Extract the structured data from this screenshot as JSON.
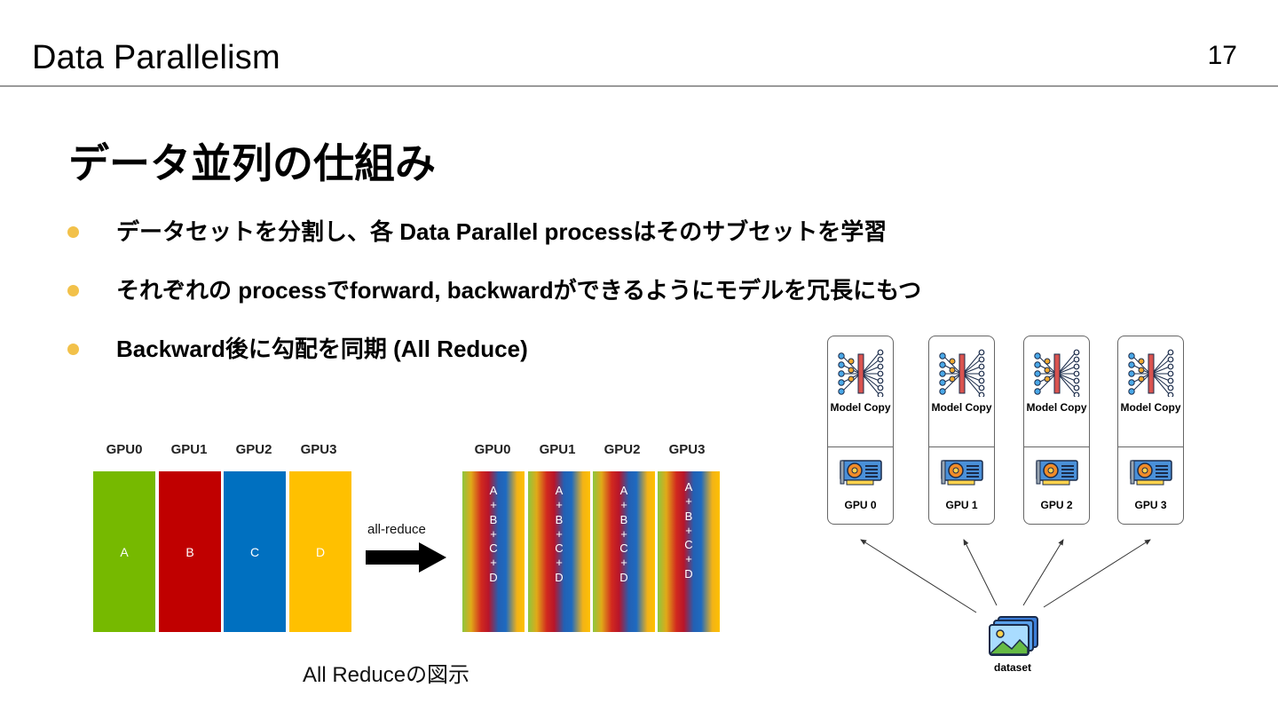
{
  "header": {
    "title": "Data Parallelism",
    "page_number": "17"
  },
  "heading": "データ並列の仕組み",
  "bullets": [
    "データセットを分割し、各 Data Parallel processはそのサブセットを学習",
    "それぞれの processでforward, backwardができるようにモデルを冗長にもつ",
    "Backward後に勾配を同期  (All Reduce)"
  ],
  "allreduce": {
    "before_labels": [
      "GPU0",
      "GPU1",
      "GPU2",
      "GPU3"
    ],
    "before_letters": [
      "A",
      "B",
      "C",
      "D"
    ],
    "block_colors": [
      "#76b900",
      "#c00000",
      "#0070c0",
      "#ffc000"
    ],
    "arrow_label": "all-reduce",
    "after_labels": [
      "GPU0",
      "GPU1",
      "GPU2",
      "GPU3"
    ],
    "after_sum": "A\n+\nB\n+\nC\n+\nD",
    "caption": "All Reduceの図示"
  },
  "model_parallel": {
    "cards": [
      {
        "model": "Model Copy",
        "gpu": "GPU 0"
      },
      {
        "model": "Model Copy",
        "gpu": "GPU 1"
      },
      {
        "model": "Model Copy",
        "gpu": "GPU 2"
      },
      {
        "model": "Model Copy",
        "gpu": "GPU 3"
      }
    ],
    "dataset_label": "dataset"
  },
  "colors": {
    "bullet": "#f2c14a",
    "rule": "#9a9a9a"
  },
  "icons": [
    "neural-network-icon",
    "gpu-card-icon",
    "dataset-images-icon",
    "arrow-right-icon"
  ]
}
